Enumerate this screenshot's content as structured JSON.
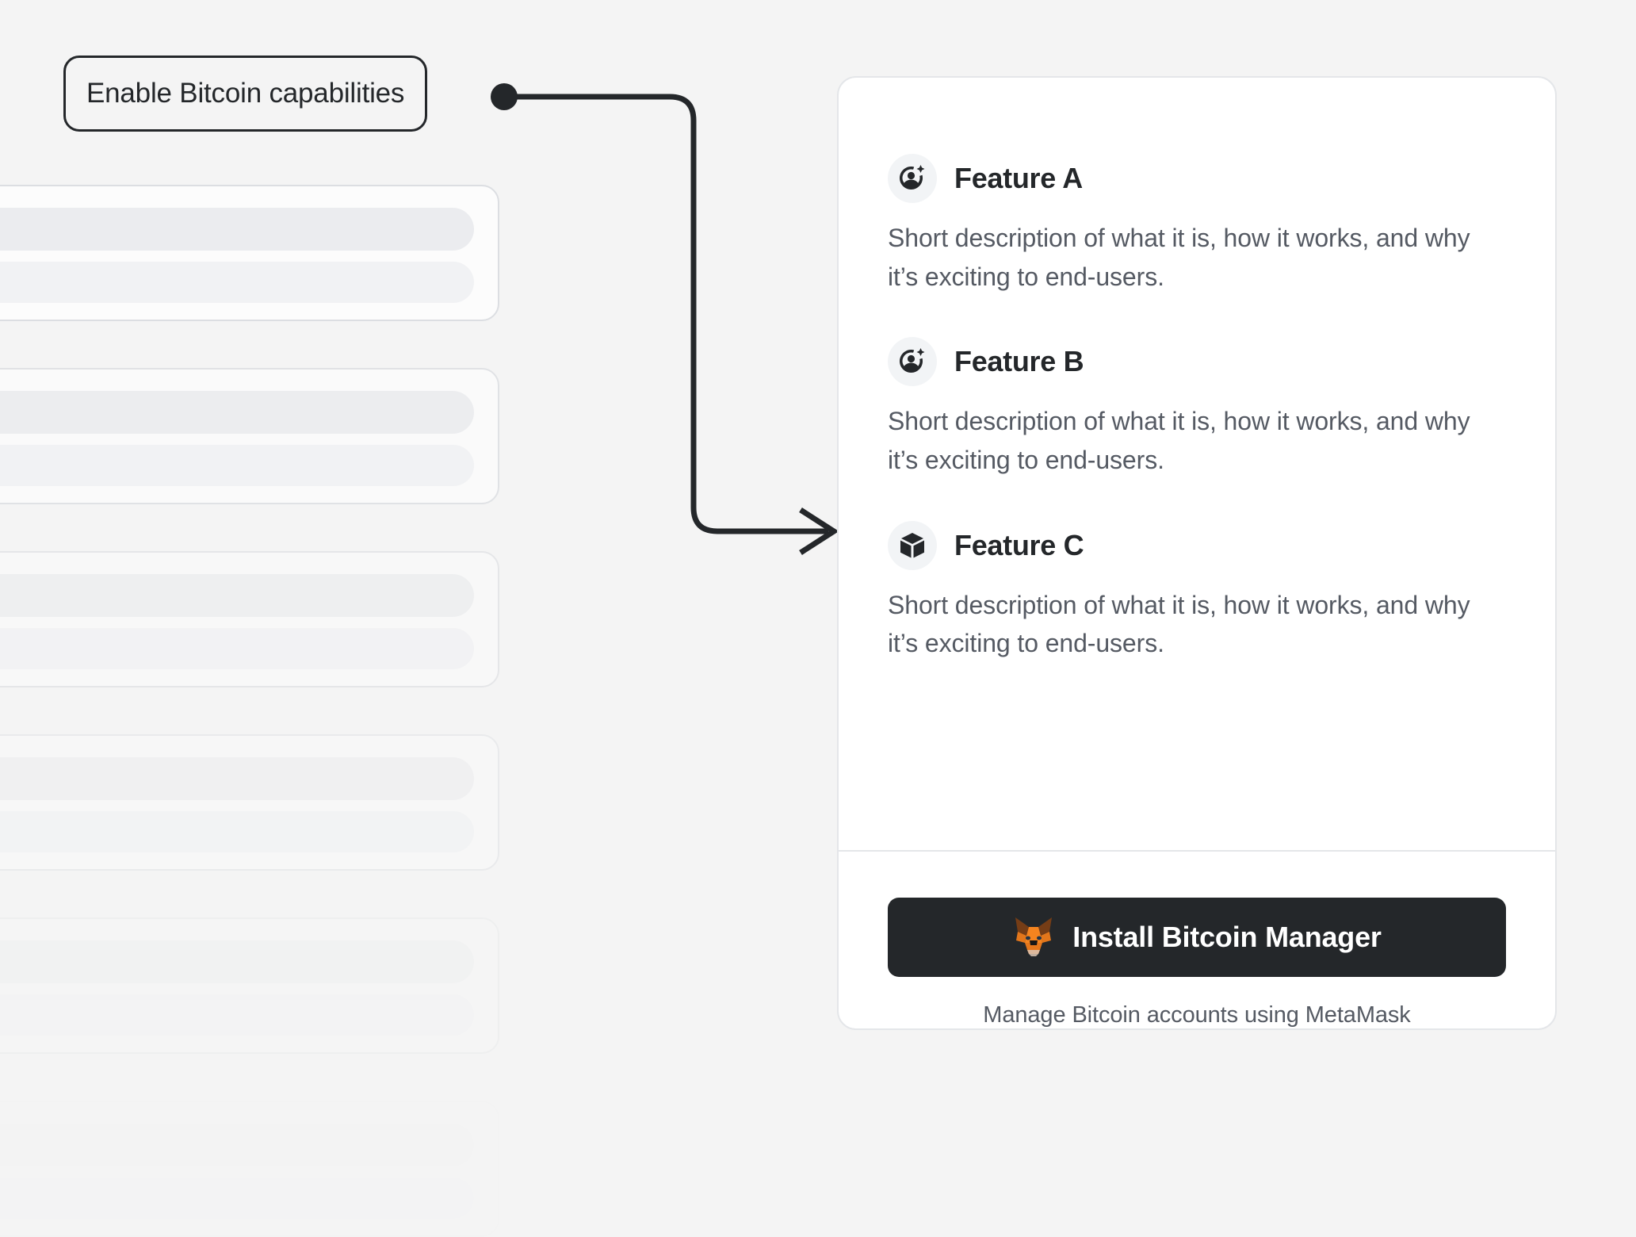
{
  "page": {
    "background_color": "#f4f4f4"
  },
  "callout": {
    "label": "Enable Bitcoin capabilities",
    "border_color": "#24272a",
    "connector_color": "#24272a"
  },
  "skeleton": {
    "card_count": 6,
    "placeholder_rows_per_card": 2
  },
  "feature_card": {
    "background_color": "#ffffff",
    "border_color": "#e4e6e9",
    "features": [
      {
        "icon": "user-sparkle-icon",
        "title": "Feature A",
        "description": "Short description of what it is, how it works, and why it’s exciting to end-users."
      },
      {
        "icon": "user-sparkle-icon",
        "title": "Feature B",
        "description": "Short description of what it is, how it works, and why it’s exciting to end-users."
      },
      {
        "icon": "cube-icon",
        "title": "Feature C",
        "description": "Short description of what it is, how it works, and why it’s exciting to end-users."
      }
    ],
    "footer": {
      "install_button": {
        "label": "Install Bitcoin Manager",
        "icon": "metamask-fox-icon",
        "background_color": "#24272a",
        "text_color": "#ffffff"
      },
      "caption": "Manage Bitcoin accounts using MetaMask"
    }
  }
}
